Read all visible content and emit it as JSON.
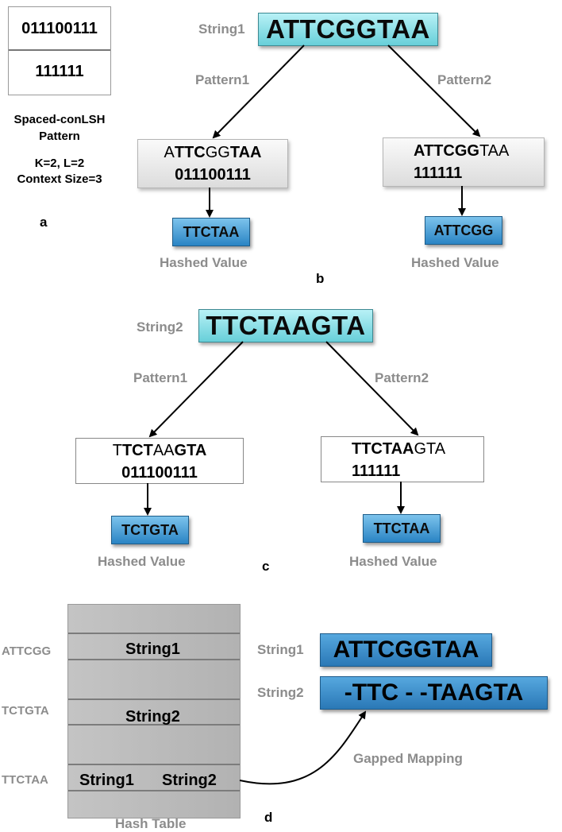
{
  "panel_a": {
    "pattern1": "011100111",
    "pattern2": "111111",
    "title_line1": "Spaced-conLSH",
    "title_line2": "Pattern",
    "params_line1": "K=2, L=2",
    "params_line2": "Context Size=3",
    "letter": "a"
  },
  "panel_b": {
    "string_label": "String1",
    "string_value": "ATTCGGTAA",
    "pattern1_label": "Pattern1",
    "pattern2_label": "Pattern2",
    "left_box": {
      "seq_parts": [
        [
          "A",
          false
        ],
        [
          "TTC",
          true
        ],
        [
          "GG",
          false
        ],
        [
          "TAA",
          true
        ]
      ],
      "pattern": "011100111"
    },
    "right_box": {
      "seq_parts": [
        [
          "ATTCGG",
          true
        ],
        [
          "TAA",
          false
        ]
      ],
      "pattern": "111111"
    },
    "hash_left": "TTCTAA",
    "hash_right": "ATTCGG",
    "hashed_label": "Hashed Value",
    "letter": "b"
  },
  "panel_c": {
    "string_label": "String2",
    "string_value": "TTCTAAGTA",
    "pattern1_label": "Pattern1",
    "pattern2_label": "Pattern2",
    "left_box": {
      "seq_parts": [
        [
          "T",
          false
        ],
        [
          "TCT",
          true
        ],
        [
          "AA",
          false
        ],
        [
          "GTA",
          true
        ]
      ],
      "pattern": "011100111"
    },
    "right_box": {
      "seq_parts": [
        [
          "TTCTAA",
          true
        ],
        [
          "GTA",
          false
        ]
      ],
      "pattern": "111111"
    },
    "hash_left": "TCTGTA",
    "hash_right": "TTCTAA",
    "hashed_label": "Hashed Value",
    "letter": "c"
  },
  "panel_d": {
    "keys": [
      "ATTCGG",
      "TCTGTA",
      "TTCTAA"
    ],
    "row1": "String1",
    "row2": "String2",
    "row3_a": "String1",
    "row3_b": "String2",
    "table_label": "Hash Table",
    "aligned_label1": "String1",
    "aligned_value1": "ATTCGGTAA",
    "aligned_label2": "String2",
    "aligned_value2": "-TTC - -TAAGTA",
    "mapping_label": "Gapped Mapping",
    "letter": "d"
  }
}
